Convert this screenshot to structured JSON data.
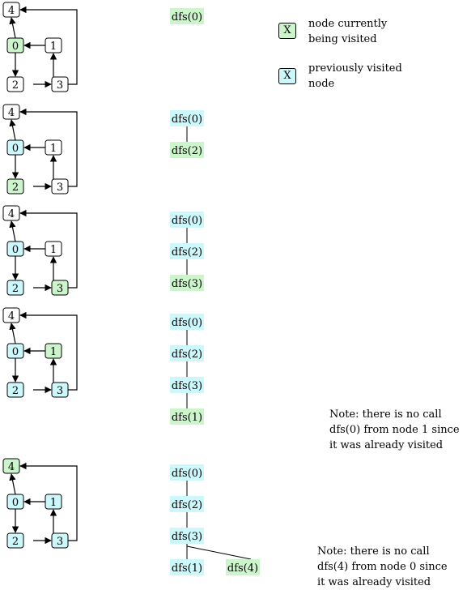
{
  "colors": {
    "current": "#ccf5cc",
    "visited": "#ccf7fb",
    "unvisited": "#ffffff",
    "stroke": "#000000"
  },
  "legend": {
    "current": {
      "symbol": "X",
      "text_line1": "node currently",
      "text_line2": "being visited"
    },
    "visited": {
      "symbol": "X",
      "text_line1": "previously visited",
      "text_line2": "node"
    }
  },
  "steps": [
    {
      "node_states": {
        "0": "current",
        "1": "unvisited",
        "2": "unvisited",
        "3": "unvisited",
        "4": "unvisited"
      },
      "calls": [
        {
          "label": "dfs(0)",
          "state": "current"
        }
      ]
    },
    {
      "node_states": {
        "0": "visited",
        "1": "unvisited",
        "2": "current",
        "3": "unvisited",
        "4": "unvisited"
      },
      "calls": [
        {
          "label": "dfs(0)",
          "state": "visited"
        },
        {
          "label": "dfs(2)",
          "state": "current"
        }
      ]
    },
    {
      "node_states": {
        "0": "visited",
        "1": "unvisited",
        "2": "visited",
        "3": "current",
        "4": "unvisited"
      },
      "calls": [
        {
          "label": "dfs(0)",
          "state": "visited"
        },
        {
          "label": "dfs(2)",
          "state": "visited"
        },
        {
          "label": "dfs(3)",
          "state": "current"
        }
      ]
    },
    {
      "node_states": {
        "0": "visited",
        "1": "current",
        "2": "visited",
        "3": "visited",
        "4": "unvisited"
      },
      "calls": [
        {
          "label": "dfs(0)",
          "state": "visited"
        },
        {
          "label": "dfs(2)",
          "state": "visited"
        },
        {
          "label": "dfs(3)",
          "state": "visited"
        },
        {
          "label": "dfs(1)",
          "state": "current"
        }
      ],
      "note": [
        "Note: there is no call",
        "dfs(0) from node 1 since",
        "it was already visited"
      ]
    },
    {
      "node_states": {
        "0": "visited",
        "1": "visited",
        "2": "visited",
        "3": "visited",
        "4": "current"
      },
      "calls": [
        {
          "label": "dfs(0)",
          "state": "visited"
        },
        {
          "label": "dfs(2)",
          "state": "visited"
        },
        {
          "label": "dfs(3)",
          "state": "visited"
        },
        {
          "label": "dfs(1)",
          "state": "visited"
        }
      ],
      "branch_call": {
        "label": "dfs(4)",
        "state": "current"
      },
      "note": [
        "Note: there is no call",
        "dfs(4) from node 0 since",
        "it was already visited"
      ]
    }
  ]
}
